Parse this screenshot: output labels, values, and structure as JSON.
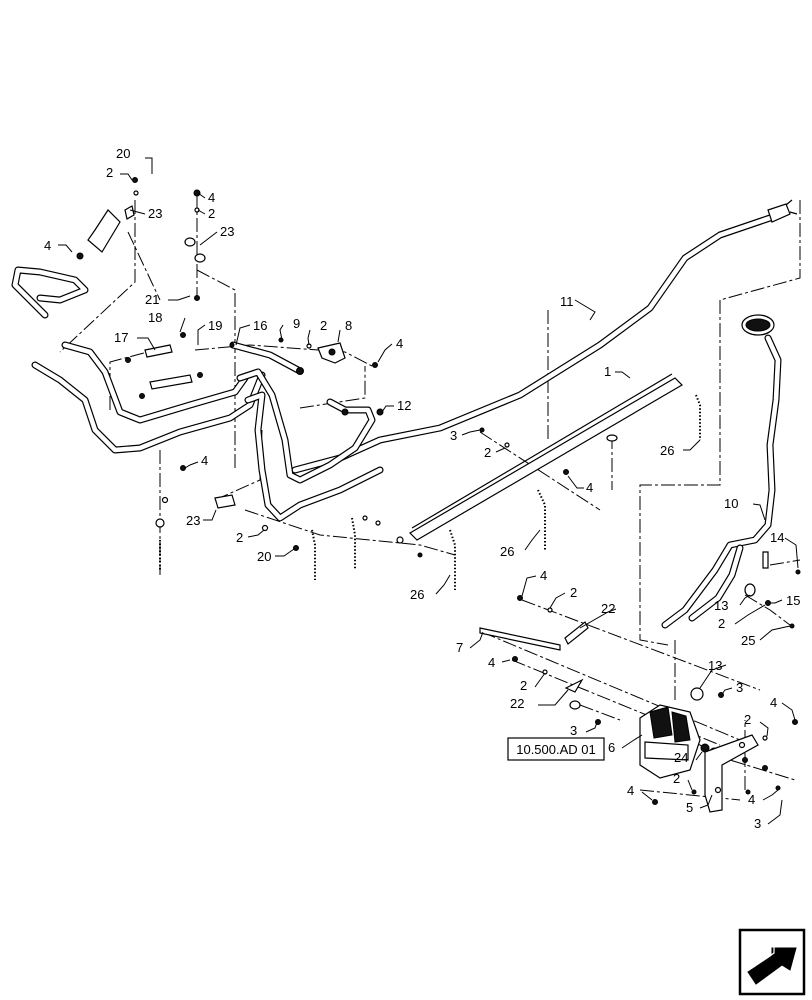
{
  "callouts": [
    {
      "id": "c20a",
      "text": "20"
    },
    {
      "id": "c2a",
      "text": "2"
    },
    {
      "id": "c23a",
      "text": "23"
    },
    {
      "id": "c4a",
      "text": "4"
    },
    {
      "id": "c4b",
      "text": "4"
    },
    {
      "id": "c2b",
      "text": "2"
    },
    {
      "id": "c23b",
      "text": "23"
    },
    {
      "id": "c21",
      "text": "21"
    },
    {
      "id": "c18",
      "text": "18"
    },
    {
      "id": "c17",
      "text": "17"
    },
    {
      "id": "c19",
      "text": "19"
    },
    {
      "id": "c16",
      "text": "16"
    },
    {
      "id": "c9",
      "text": "9"
    },
    {
      "id": "c2c",
      "text": "2"
    },
    {
      "id": "c8",
      "text": "8"
    },
    {
      "id": "c4c",
      "text": "4"
    },
    {
      "id": "c11",
      "text": "11"
    },
    {
      "id": "c12",
      "text": "12"
    },
    {
      "id": "c1",
      "text": "1"
    },
    {
      "id": "c3a",
      "text": "3"
    },
    {
      "id": "c2d",
      "text": "2"
    },
    {
      "id": "c26a",
      "text": "26"
    },
    {
      "id": "c4d",
      "text": "4"
    },
    {
      "id": "c4e",
      "text": "4"
    },
    {
      "id": "c23c",
      "text": "23"
    },
    {
      "id": "c2e",
      "text": "2"
    },
    {
      "id": "c20b",
      "text": "20"
    },
    {
      "id": "c26b",
      "text": "26"
    },
    {
      "id": "c26c",
      "text": "26"
    },
    {
      "id": "c10",
      "text": "10"
    },
    {
      "id": "c14",
      "text": "14"
    },
    {
      "id": "c4f",
      "text": "4"
    },
    {
      "id": "c2f",
      "text": "2"
    },
    {
      "id": "c22a",
      "text": "22"
    },
    {
      "id": "c7",
      "text": "7"
    },
    {
      "id": "c4g",
      "text": "4"
    },
    {
      "id": "c2g",
      "text": "2"
    },
    {
      "id": "c22b",
      "text": "22"
    },
    {
      "id": "c3b",
      "text": "3"
    },
    {
      "id": "c13a",
      "text": "13"
    },
    {
      "id": "c15",
      "text": "15"
    },
    {
      "id": "c2h",
      "text": "2"
    },
    {
      "id": "c25",
      "text": "25"
    },
    {
      "id": "c13b",
      "text": "13"
    },
    {
      "id": "c3c",
      "text": "3"
    },
    {
      "id": "c4h",
      "text": "4"
    },
    {
      "id": "c2i",
      "text": "2"
    },
    {
      "id": "c6",
      "text": "6"
    },
    {
      "id": "c24",
      "text": "24"
    },
    {
      "id": "c2j",
      "text": "2"
    },
    {
      "id": "c4i",
      "text": "4"
    },
    {
      "id": "c4j",
      "text": "4"
    },
    {
      "id": "c5",
      "text": "5"
    },
    {
      "id": "c3d",
      "text": "3"
    }
  ],
  "reference_label": "10.500.AD 01",
  "nav_icon": "arrow-continue-icon"
}
